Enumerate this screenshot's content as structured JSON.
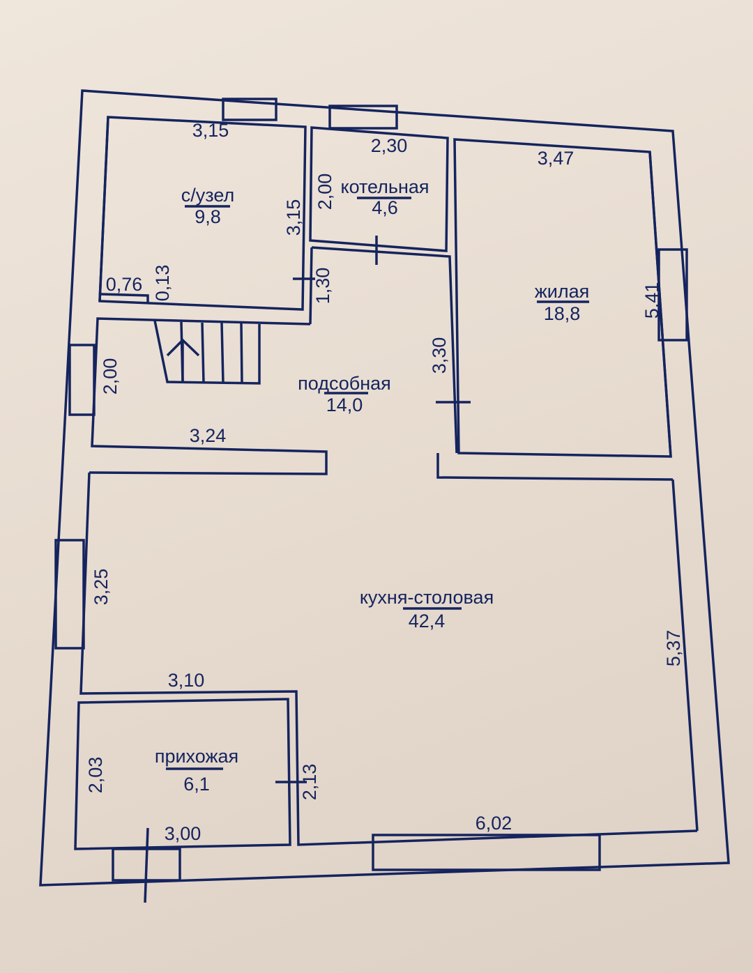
{
  "rooms": [
    {
      "name": "с/узел",
      "area": "9,8"
    },
    {
      "name": "котельная",
      "area": "4,6"
    },
    {
      "name": "жилая",
      "area": "18,8"
    },
    {
      "name": "подсобная",
      "area": "14,0"
    },
    {
      "name": "кухня-столовая",
      "area": "42,4"
    },
    {
      "name": "прихожая",
      "area": "6,1"
    }
  ],
  "dimensions": {
    "bath_top": "3,15",
    "bath_right": "3,15",
    "bath_niche_w": "0,76",
    "bath_niche_h": "0,13",
    "boiler_top": "2,30",
    "boiler_left": "2,00",
    "living_top": "3,47",
    "living_right": "5,41",
    "utility_left": "1,30",
    "utility_right": "3,30",
    "stair_left": "2,00",
    "stair_bottom": "3,24",
    "kitchen_left": "3,25",
    "kitchen_right": "5,37",
    "kitchen_bottom": "6,02",
    "kitchen_mid": "3,10",
    "hall_left": "2,03",
    "hall_right": "2,13",
    "hall_bottom": "3,00"
  },
  "colors": {
    "line": "#15245e",
    "paper": "#e8ddd2"
  }
}
